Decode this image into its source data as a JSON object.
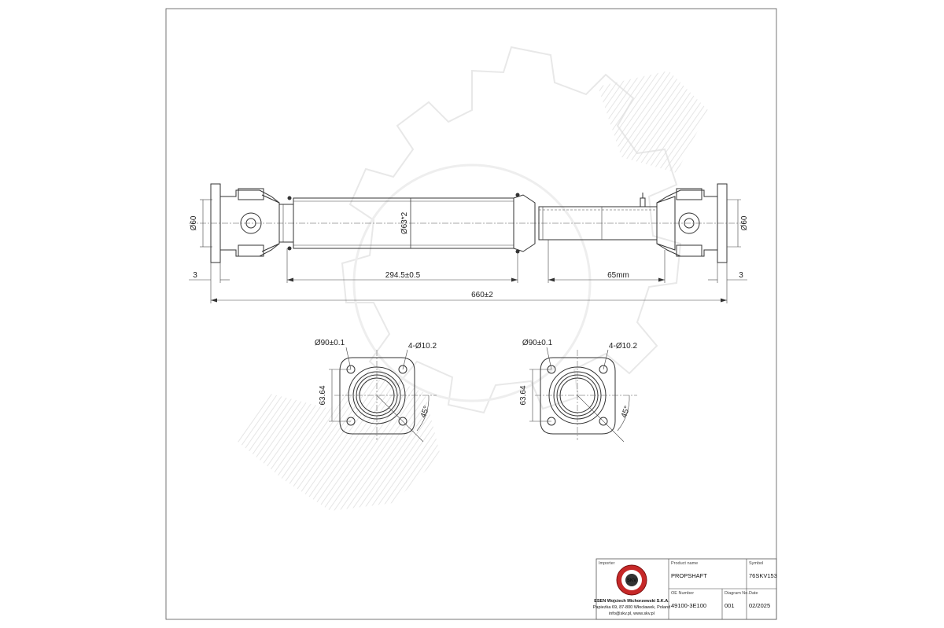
{
  "dimensions": {
    "dia_left": "Ø60",
    "dia_right": "Ø60",
    "tube_dia": "Ø63*2",
    "offset_left": "3",
    "offset_right": "3",
    "span_left": "294.5±0.5",
    "span_right": "65mm",
    "overall": "660±2"
  },
  "flange_left": {
    "pcd": "Ø90±0.1",
    "holes": "4-Ø10.2",
    "height": "63.64",
    "angle": "45°"
  },
  "flange_right": {
    "pcd": "Ø90±0.1",
    "holes": "4-Ø10.2",
    "height": "63.64",
    "angle": "45°"
  },
  "title_block": {
    "importer_caption": "Importer",
    "importer_name": "ESEN Wojciech Michorzewski S.K.A.",
    "importer_address": "Papieżka 69, 87-800 Włocławek, Poland",
    "importer_contact": "info@skv.pl, www.skv.pl",
    "logo_text": "SKV",
    "product_caption": "Product name",
    "product_name": "PROPSHAFT",
    "symbol_caption": "Symbol",
    "symbol": "76SKV153",
    "oe_caption": "OE Number",
    "oe_number": "49100-3E100",
    "diagram_caption": "Diagram No.",
    "diagram_no": "001",
    "date_caption": "Date",
    "date": "02/2025"
  }
}
